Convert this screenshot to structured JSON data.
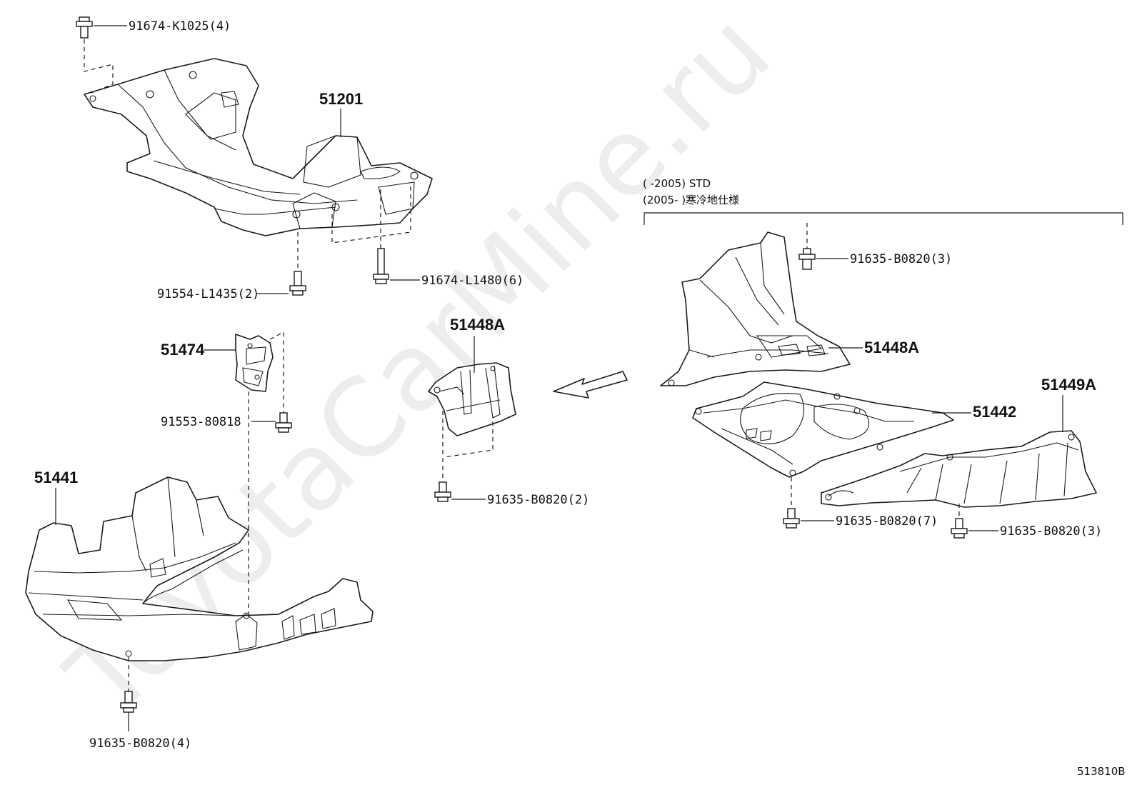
{
  "watermark": "ToyotaCarMine.ru",
  "diagram_id": "513810B",
  "note": {
    "line1": "(      -2005) STD",
    "line2": "(2005-      )寒冷地仕様"
  },
  "parts": {
    "crossmember": "51201",
    "bolt_k1025": "91674-K1025(4)",
    "bolt_l1435": "91554-L1435(2)",
    "bolt_l1480": "91674-L1480(6)",
    "bracket": "51474",
    "bolt_80818": "91553-80818",
    "under_cover": "51441",
    "bolt_b0820_4": "91635-B0820(4)",
    "side_cover_a_center": "51448A",
    "bolt_b0820_2": "91635-B0820(2)",
    "side_cover_a_right": "51448A",
    "bolt_b0820_3_top": "91635-B0820(3)",
    "engine_cover": "51442",
    "rear_cover": "51449A",
    "bolt_b0820_7": "91635-B0820(7)",
    "bolt_b0820_3_bottom": "91635-B0820(3)"
  }
}
